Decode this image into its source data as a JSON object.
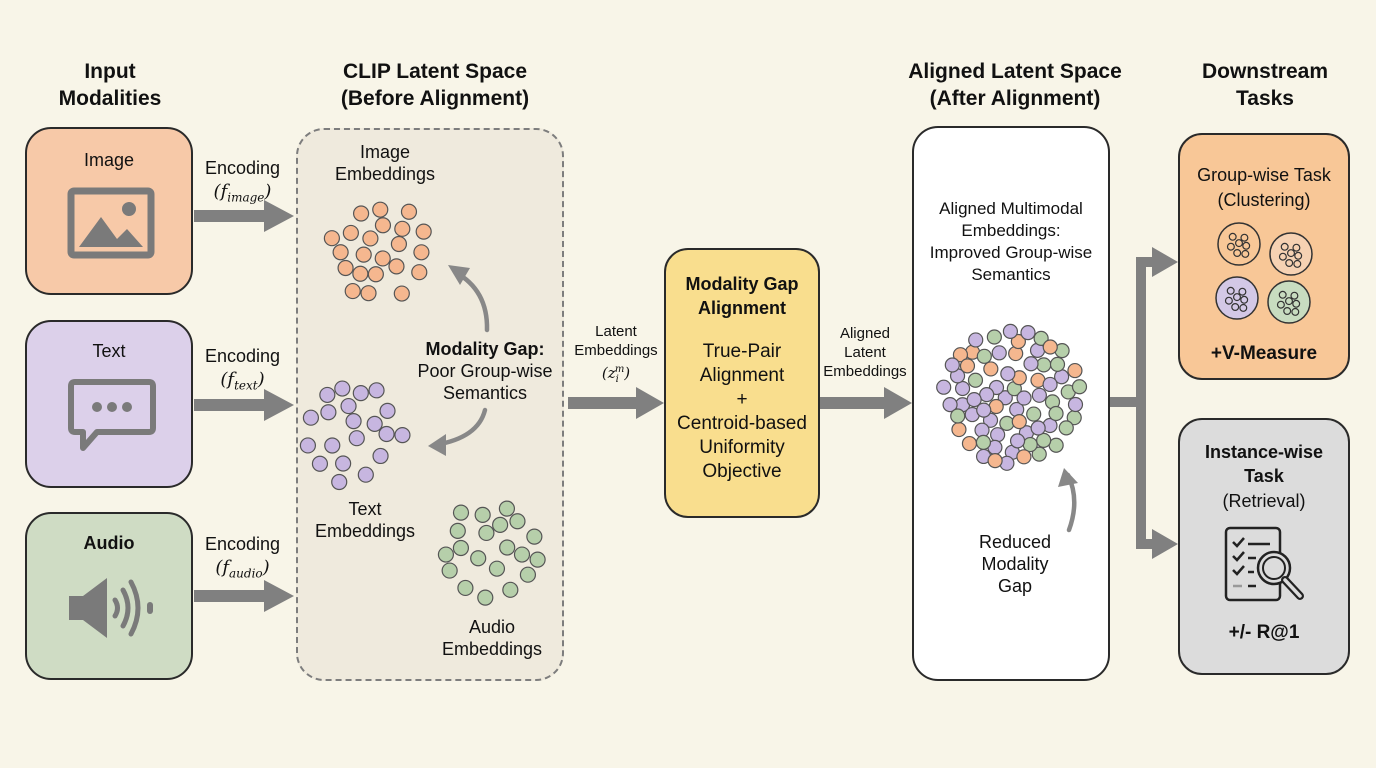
{
  "headings": {
    "input": [
      "Input",
      "Modalities"
    ],
    "clip": [
      "CLIP Latent Space",
      "(Before Alignment)"
    ],
    "aligned": [
      "Aligned Latent Space",
      "(After Alignment)"
    ],
    "downstream": [
      "Downstream",
      "Tasks"
    ]
  },
  "inputs": [
    {
      "label": "Image",
      "icon": "image-icon",
      "color": "#f7c9a8",
      "encoding": "Encoding",
      "func": "f",
      "sub": "image"
    },
    {
      "label": "Text",
      "icon": "chat-bubble-icon",
      "color": "#dcd0ea",
      "encoding": "Encoding",
      "func": "f",
      "sub": "text"
    },
    {
      "label": "Audio",
      "icon": "speaker-icon",
      "color": "#cfdcc4",
      "encoding": "Encoding",
      "func": "f",
      "sub": "audio"
    }
  ],
  "clip_space": {
    "image_label": [
      "Image",
      "Embeddings"
    ],
    "text_label": [
      "Text",
      "Embeddings"
    ],
    "audio_label": [
      "Audio",
      "Embeddings"
    ],
    "gap_title": "Modality Gap:",
    "gap_desc": [
      "Poor Group-wise",
      "Semantics"
    ],
    "cluster_colors": {
      "image": "#f5b78f",
      "text": "#c7b6e0",
      "audio": "#b6cfaa"
    }
  },
  "latent_arrow": {
    "lines": [
      "Latent",
      "Embeddings"
    ],
    "math_base": "z",
    "math_sub": "i",
    "math_sup": "m"
  },
  "alignment_box": {
    "title": [
      "Modality Gap",
      "Alignment"
    ],
    "body": [
      "True-Pair",
      "Alignment",
      "+",
      "Centroid-based",
      "Uniformity",
      "Objective"
    ],
    "color": "#f9de8e"
  },
  "aligned_arrow": {
    "lines": [
      "Aligned",
      "Latent",
      "Embeddings"
    ]
  },
  "aligned_space": {
    "desc": [
      "Aligned Multimodal",
      "Embeddings:",
      "Improved Group-wise",
      "Semantics"
    ],
    "gap_note": [
      "Reduced",
      "Modality",
      "Gap"
    ]
  },
  "tasks": {
    "group": {
      "title": [
        "Group-wise Task",
        "(Clustering)"
      ],
      "metric": "+V-Measure",
      "color": "#f8c797"
    },
    "instance": {
      "title": [
        "Instance-wise",
        "Task"
      ],
      "subtitle": "(Retrieval)",
      "metric": "+/- R@1",
      "color": "#dcdcdc"
    }
  }
}
